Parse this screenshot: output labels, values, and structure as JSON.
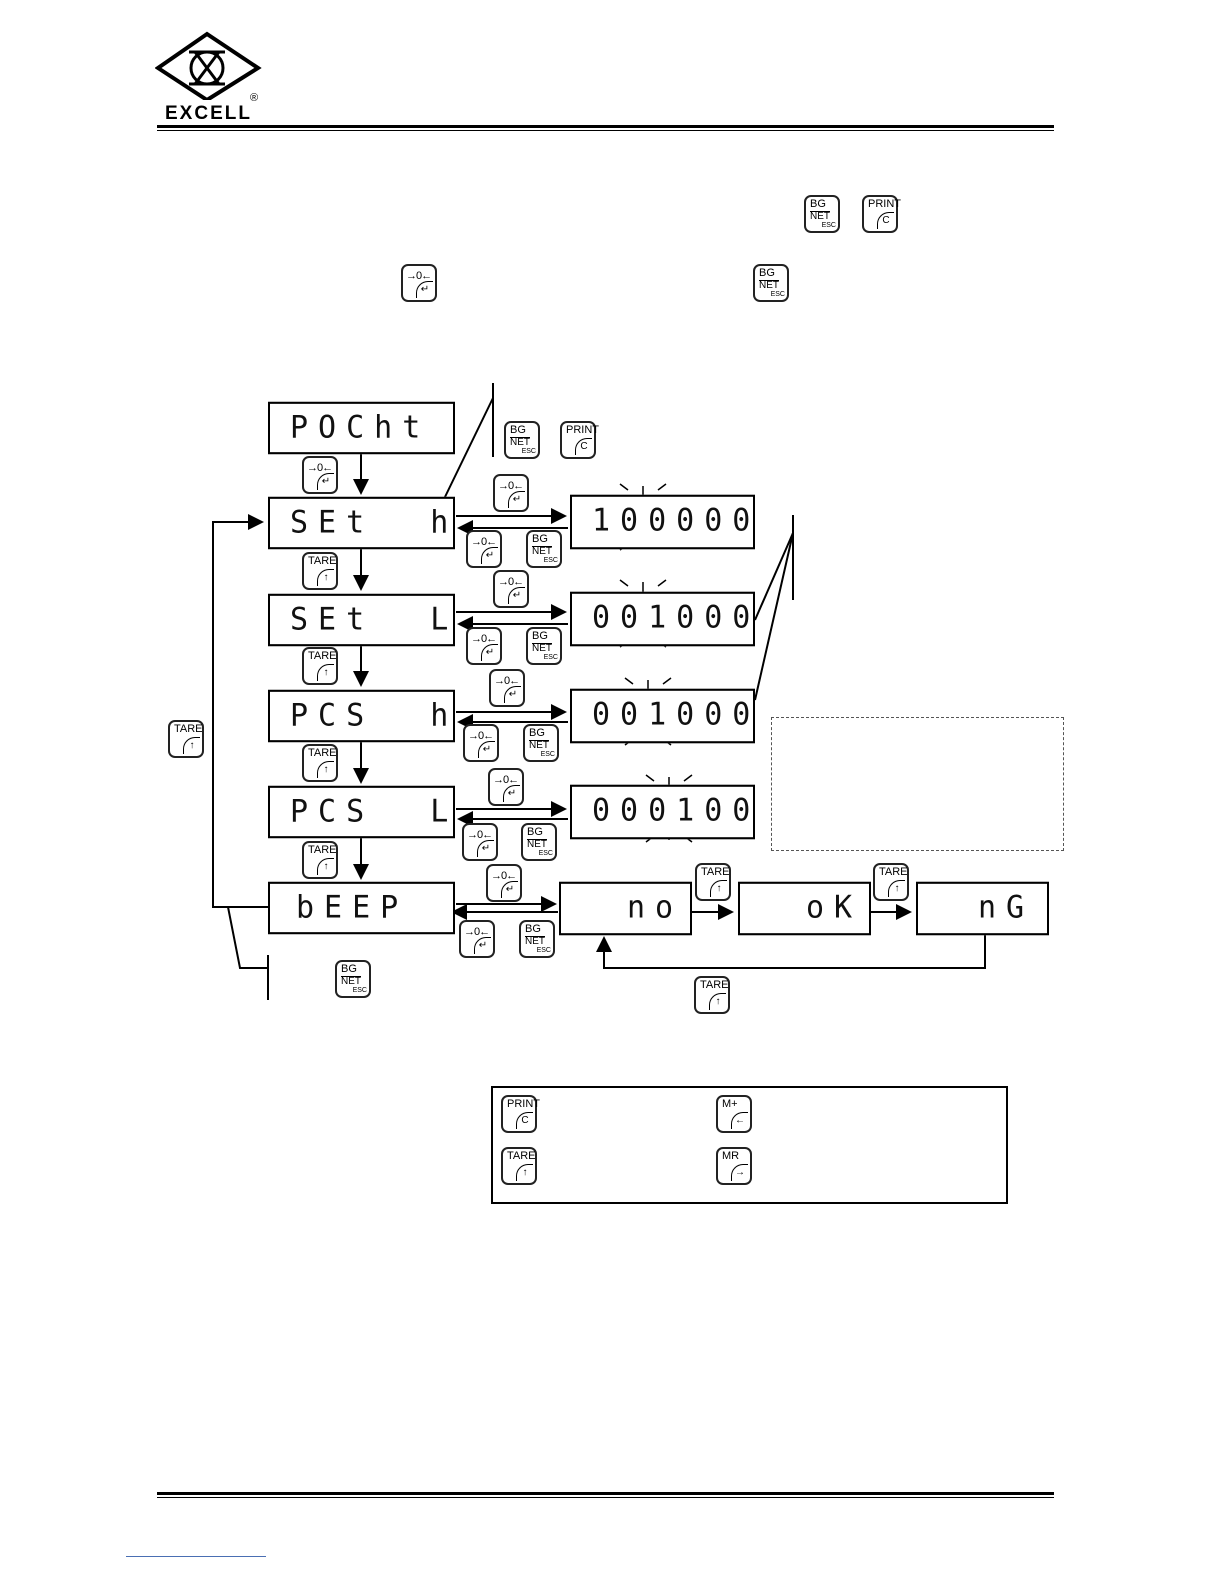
{
  "brand": {
    "name": "EXCELL",
    "reg": "®"
  },
  "keys": {
    "zero": "→0←",
    "zero_enter": "↵",
    "bgnet_top": "BG",
    "bgnet_bottom": "NET",
    "esc": "ESC",
    "print": "PRINT",
    "c": "C",
    "tare": "TARE",
    "up": "↑",
    "mplus": "M+",
    "left": "←",
    "mr": "MR",
    "right": "→"
  },
  "displays": {
    "menu": "POCht",
    "set_h": "SEt  h",
    "set_l": "SEt  L",
    "pcs_h": "PCS  h",
    "pcs_l": "PCS  L",
    "beep": "bEEP",
    "val_set_h": "100000",
    "val_set_l": "001000",
    "val_pcs_h": "001000",
    "val_pcs_l": "000100",
    "beep_no": "no",
    "beep_ok": "oK",
    "beep_ng": "nG"
  }
}
